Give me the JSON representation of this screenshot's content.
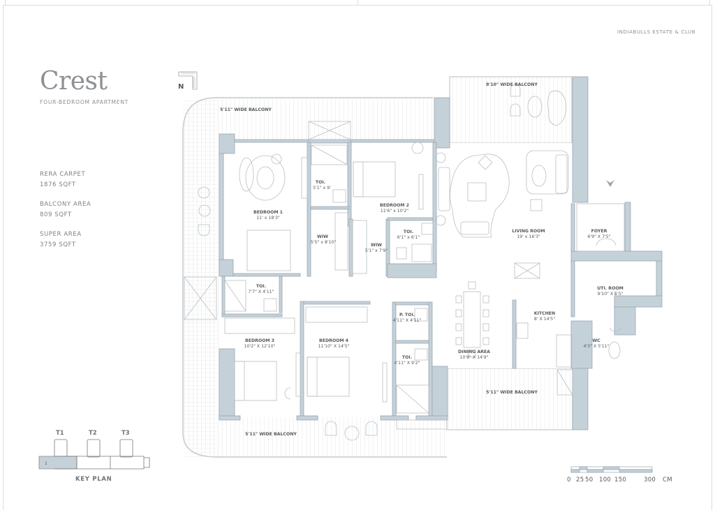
{
  "brand": "INDIABULLS ESTATE & CLUB",
  "header": {
    "title": "Crest",
    "subtitle": "FOUR-BEDROOM APARTMENT"
  },
  "stats": [
    {
      "label": "RERA CARPET",
      "value": "1876 SQFT"
    },
    {
      "label": "BALCONY AREA",
      "value": "809 SQFT"
    },
    {
      "label": "SUPER AREA",
      "value": "3759 SQFT"
    }
  ],
  "compass": {
    "label": "N"
  },
  "rooms": {
    "balcony_north": {
      "name": "5'11\" WIDE BALCONY"
    },
    "balcony_ne": {
      "name": "8'10\" WIDE BALCONY"
    },
    "bedroom1": {
      "name": "BEDROOM 1",
      "size": "11' x 18'3\""
    },
    "toi1": {
      "name": "TOI.",
      "size": "5'1\" x 9'"
    },
    "wiw1": {
      "name": "WIW",
      "size": "5'5\" x 8'10\""
    },
    "bedroom2": {
      "name": "BEDROOM 2",
      "size": "11'6\" x 10'2\""
    },
    "wiw2": {
      "name": "WIW",
      "size": "5'1\" x 7'9\""
    },
    "toi2": {
      "name": "TOI.",
      "size": "6'1\" x 6'1\""
    },
    "living": {
      "name": "LIVING ROOM",
      "size": "19' x 16'3\""
    },
    "foyer": {
      "name": "FOYER",
      "size": "6'9\" X 7'5\""
    },
    "toi3": {
      "name": "TOI.",
      "size": "7'7\" X 4'11\""
    },
    "bedroom3": {
      "name": "BEDROOM 3",
      "size": "10'2\" X 12'10\""
    },
    "bedroom4": {
      "name": "BEDROOM 4",
      "size": "11'10\" X 14'5\""
    },
    "ptoi": {
      "name": "P. TOI.",
      "size": "4'11\" X 4'11\""
    },
    "toi4": {
      "name": "TOI.",
      "size": "4'11\" X 9'2\""
    },
    "dining": {
      "name": "DINING AREA",
      "size": "10'8\" X 14'9\""
    },
    "kitchen": {
      "name": "KITCHEN",
      "size": "8' X 14'5\""
    },
    "utility": {
      "name": "UTI. ROOM",
      "size": "9'10\" X 5'5\""
    },
    "wc": {
      "name": "WC",
      "size": "4'3\" X 5'11\""
    },
    "balcony_se": {
      "name": "5'11\" WIDE BALCONY"
    },
    "balcony_south": {
      "name": "5'11\" WIDE BALCONY"
    }
  },
  "key_plan": {
    "label": "KEY PLAN",
    "towers": [
      "T1",
      "T2",
      "T3"
    ],
    "highlighted_unit": "1"
  },
  "scale_bar": {
    "ticks": [
      "0",
      "25",
      "50",
      "100",
      "150",
      "300"
    ],
    "unit": "CM"
  },
  "colors": {
    "wall_fill": "#c5d1d8",
    "wall_stroke": "#98a8b2",
    "line": "#b9bec2",
    "text": "#55595d"
  }
}
